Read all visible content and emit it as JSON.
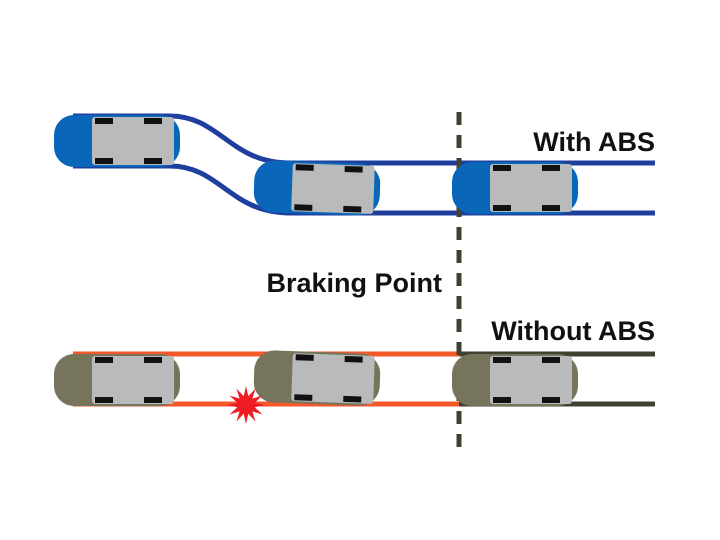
{
  "labels": {
    "with_abs": "With ABS",
    "without_abs": "Without ABS",
    "braking_point": "Braking Point"
  },
  "colors": {
    "abs_car": "#0a66b8",
    "abs_track": "#1f3f9e",
    "no_abs_car": "#76745a",
    "no_abs_track_before": "#f4572a",
    "no_abs_track_after": "#3f4231",
    "car_roof": "#b9babc",
    "wheel": "#111111",
    "braking_line": "#3f4231",
    "impact": "#ee1c25"
  }
}
